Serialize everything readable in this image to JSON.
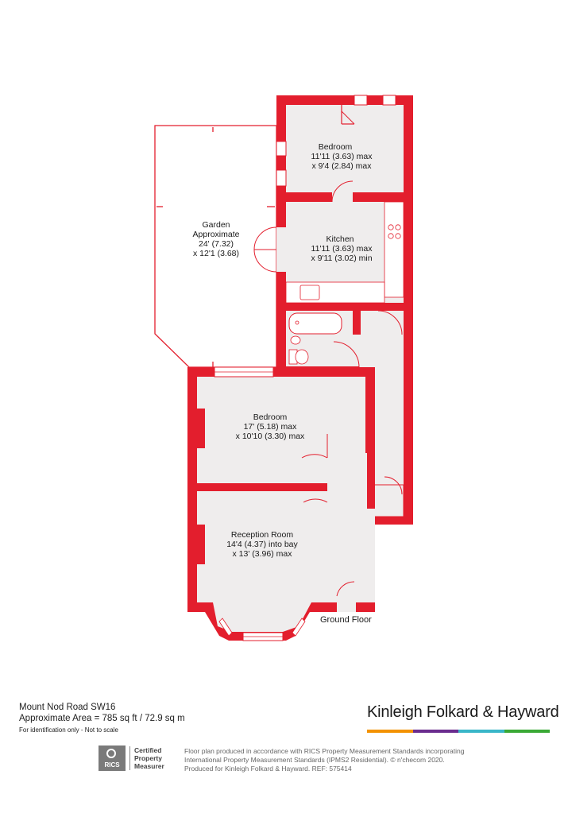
{
  "plan": {
    "floor_label": "Ground Floor",
    "wall_color": "#e31e2d",
    "floor_color": "#efeded",
    "rooms": {
      "bedroom_top": {
        "name": "Bedroom",
        "dim1": "11'11 (3.63) max",
        "dim2": "x 9'4 (2.84) max"
      },
      "garden": {
        "name": "Garden",
        "dim1": "Approximate",
        "dim2": "24' (7.32)",
        "dim3": "x 12'1 (3.68)"
      },
      "kitchen": {
        "name": "Kitchen",
        "dim1": "11'11 (3.63) max",
        "dim2": "x 9'11 (3.02) min"
      },
      "bedroom_mid": {
        "name": "Bedroom",
        "dim1": "17' (5.18) max",
        "dim2": "x 10'10 (3.30) max"
      },
      "reception": {
        "name": "Reception Room",
        "dim1": "14'4 (4.37) into bay",
        "dim2": "x 13' (3.96) max"
      }
    }
  },
  "footer": {
    "address": "Mount Nod Road  SW16",
    "area": "Approximate Area = 785 sq ft / 72.9 sq m",
    "disclaimer": "For identification only - Not to scale",
    "brand": "Kinleigh Folkard & Hayward",
    "brand_colors": [
      "#f39200",
      "#6a2c8e",
      "#39b6c8",
      "#3aa935"
    ],
    "rics_name": "RICS",
    "rics_cert_line1": "Certified",
    "rics_cert_line2": "Property",
    "rics_cert_line3": "Measurer",
    "statement_line1": "Floor plan produced in accordance with RICS Property Measurement Standards incorporating",
    "statement_line2": "International Property Measurement Standards (IPMS2 Residential).  © n'checom 2020.",
    "statement_line3": "Produced for Kinleigh Folkard & Hayward.   REF: 575414"
  }
}
